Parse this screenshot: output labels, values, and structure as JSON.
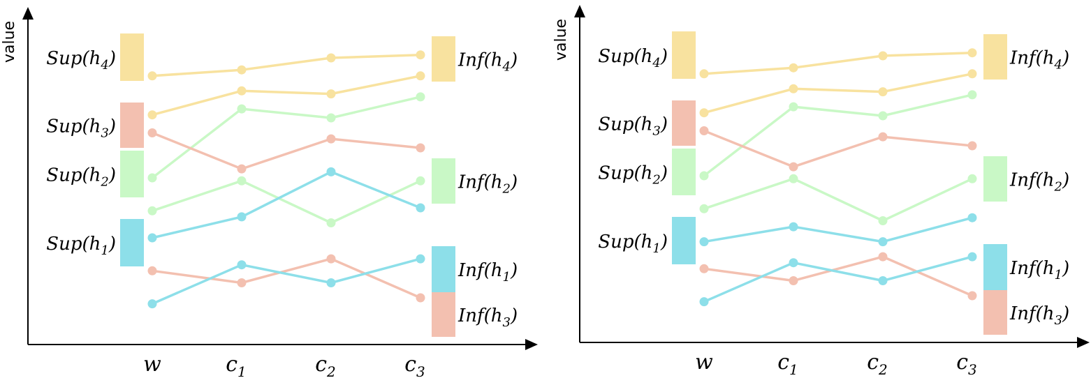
{
  "colors": {
    "h1": "#8ddfe9",
    "h2": "#c9f8c6",
    "h3": "#f3c0b0",
    "h4": "#f8e29f",
    "axis": "#000000"
  },
  "axis": {
    "y_label": "value",
    "x_ticks": [
      {
        "base": "w",
        "sub": ""
      },
      {
        "base": "c",
        "sub": "1"
      },
      {
        "base": "c",
        "sub": "2"
      },
      {
        "base": "c",
        "sub": "3"
      }
    ]
  },
  "panels": [
    {
      "name": "left",
      "sup_boxes": [
        {
          "label_base": "Sup",
          "label_arg": "h",
          "label_sub": "4",
          "color": "h4"
        },
        {
          "label_base": "Sup",
          "label_arg": "h",
          "label_sub": "3",
          "color": "h3"
        },
        {
          "label_base": "Sup",
          "label_arg": "h",
          "label_sub": "2",
          "color": "h2"
        },
        {
          "label_base": "Sup",
          "label_arg": "h",
          "label_sub": "1",
          "color": "h1"
        }
      ],
      "inf_boxes": [
        {
          "label_base": "Inf",
          "label_arg": "h",
          "label_sub": "4",
          "color": "h4"
        },
        {
          "label_base": "Inf",
          "label_arg": "h",
          "label_sub": "2",
          "color": "h2"
        },
        {
          "label_base": "Inf",
          "label_arg": "h",
          "label_sub": "1",
          "color": "h1"
        },
        {
          "label_base": "Inf",
          "label_arg": "h",
          "label_sub": "3",
          "color": "h3"
        }
      ],
      "series": [
        {
          "color": "h4",
          "values": [
            0.84,
            0.86,
            0.9,
            0.91
          ]
        },
        {
          "color": "h4",
          "values": [
            0.71,
            0.79,
            0.78,
            0.84
          ]
        },
        {
          "color": "h2",
          "values": [
            0.5,
            0.73,
            0.7,
            0.77
          ]
        },
        {
          "color": "h3",
          "values": [
            0.65,
            0.53,
            0.63,
            0.6
          ]
        },
        {
          "color": "h2",
          "values": [
            0.39,
            0.49,
            0.35,
            0.49
          ]
        },
        {
          "color": "h1",
          "values": [
            0.3,
            0.37,
            0.52,
            0.4
          ]
        },
        {
          "color": "h3",
          "values": [
            0.19,
            0.15,
            0.23,
            0.1
          ]
        },
        {
          "color": "h1",
          "values": [
            0.08,
            0.21,
            0.15,
            0.23
          ]
        }
      ]
    },
    {
      "name": "right",
      "sup_boxes": [
        {
          "label_base": "Sup",
          "label_arg": "h",
          "label_sub": "4",
          "color": "h4"
        },
        {
          "label_base": "Sup",
          "label_arg": "h",
          "label_sub": "3",
          "color": "h3"
        },
        {
          "label_base": "Sup",
          "label_arg": "h",
          "label_sub": "2",
          "color": "h2"
        },
        {
          "label_base": "Sup",
          "label_arg": "h",
          "label_sub": "1",
          "color": "h1"
        }
      ],
      "inf_boxes": [
        {
          "label_base": "Inf",
          "label_arg": "h",
          "label_sub": "4",
          "color": "h4"
        },
        {
          "label_base": "Inf",
          "label_arg": "h",
          "label_sub": "2",
          "color": "h2"
        },
        {
          "label_base": "Inf",
          "label_arg": "h",
          "label_sub": "1",
          "color": "h1"
        },
        {
          "label_base": "Inf",
          "label_arg": "h",
          "label_sub": "3",
          "color": "h3"
        }
      ],
      "series": [
        {
          "color": "h4",
          "values": [
            0.84,
            0.86,
            0.9,
            0.91
          ]
        },
        {
          "color": "h4",
          "values": [
            0.71,
            0.79,
            0.78,
            0.84
          ]
        },
        {
          "color": "h2",
          "values": [
            0.5,
            0.73,
            0.7,
            0.77
          ]
        },
        {
          "color": "h3",
          "values": [
            0.65,
            0.53,
            0.63,
            0.6
          ]
        },
        {
          "color": "h2",
          "values": [
            0.39,
            0.49,
            0.35,
            0.49
          ]
        },
        {
          "color": "h1",
          "values": [
            0.28,
            0.33,
            0.28,
            0.36
          ]
        },
        {
          "color": "h3",
          "values": [
            0.19,
            0.15,
            0.23,
            0.1
          ]
        },
        {
          "color": "h1",
          "values": [
            0.08,
            0.21,
            0.15,
            0.23
          ]
        }
      ]
    }
  ]
}
